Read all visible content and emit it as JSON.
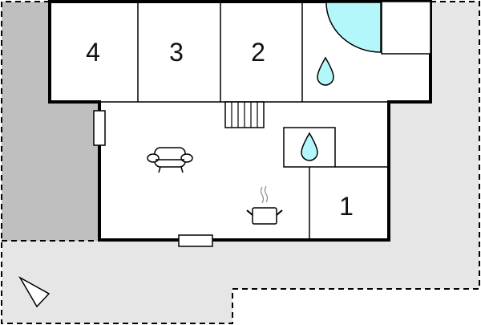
{
  "diagram": {
    "type": "floor-plan",
    "colors": {
      "wall": "#000000",
      "terrace_light": "#e6e6e6",
      "terrace_dark": "#bfbfbf",
      "water": "#b3f7fa",
      "room_fill": "#ffffff"
    },
    "rooms": [
      {
        "id": "room-4",
        "label": "4",
        "type": "bedroom"
      },
      {
        "id": "room-3",
        "label": "3",
        "type": "bedroom"
      },
      {
        "id": "room-2",
        "label": "2",
        "type": "bedroom"
      },
      {
        "id": "room-1",
        "label": "1",
        "type": "bedroom"
      },
      {
        "id": "bathroom",
        "label": "",
        "type": "bathroom"
      },
      {
        "id": "wc",
        "label": "",
        "type": "toilet"
      },
      {
        "id": "living-kitchen",
        "label": "",
        "type": "living-room-kitchen"
      }
    ],
    "symbols": [
      "shower",
      "water-drop",
      "water-drop",
      "sofa",
      "cooking-pot",
      "stairs",
      "window",
      "window",
      "compass-arrow"
    ]
  }
}
